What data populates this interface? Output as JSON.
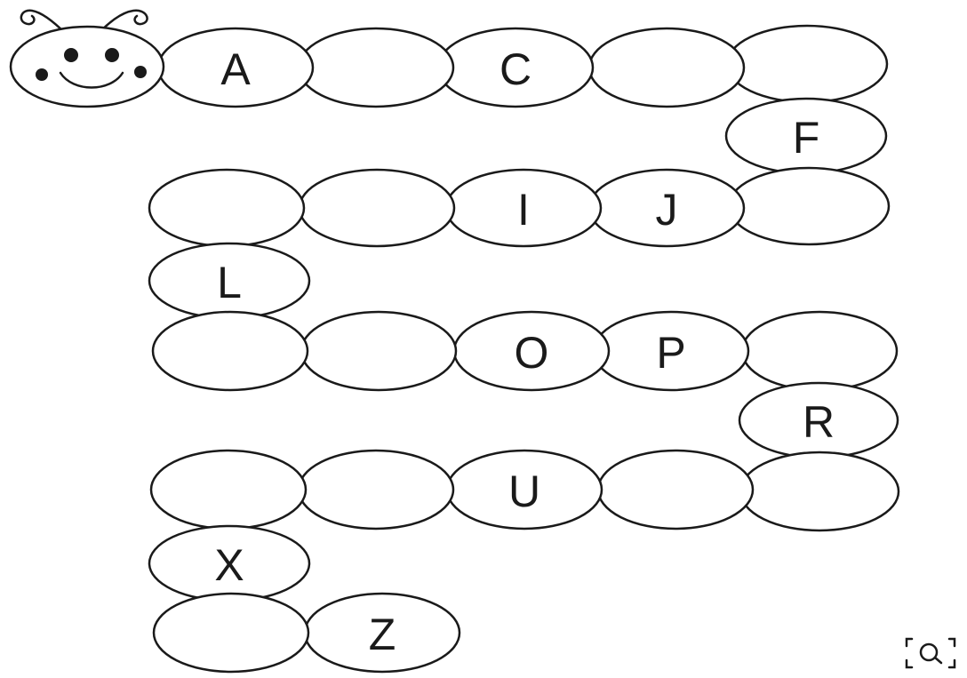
{
  "caterpillar": {
    "segments": [
      {
        "letter": "A"
      },
      {
        "letter": ""
      },
      {
        "letter": "C"
      },
      {
        "letter": ""
      },
      {
        "letter": ""
      },
      {
        "letter": "F"
      },
      {
        "letter": ""
      },
      {
        "letter": ""
      },
      {
        "letter": "I"
      },
      {
        "letter": "J"
      },
      {
        "letter": ""
      },
      {
        "letter": "L"
      },
      {
        "letter": ""
      },
      {
        "letter": ""
      },
      {
        "letter": "O"
      },
      {
        "letter": "P"
      },
      {
        "letter": ""
      },
      {
        "letter": "R"
      },
      {
        "letter": ""
      },
      {
        "letter": ""
      },
      {
        "letter": "U"
      },
      {
        "letter": ""
      },
      {
        "letter": ""
      },
      {
        "letter": "X"
      },
      {
        "letter": ""
      },
      {
        "letter": "Z"
      }
    ]
  },
  "icons": {
    "head": "caterpillar-head-icon",
    "lens": "visual-search-icon"
  },
  "colors": {
    "ink": "#1a1a1a",
    "background": "#ffffff"
  }
}
